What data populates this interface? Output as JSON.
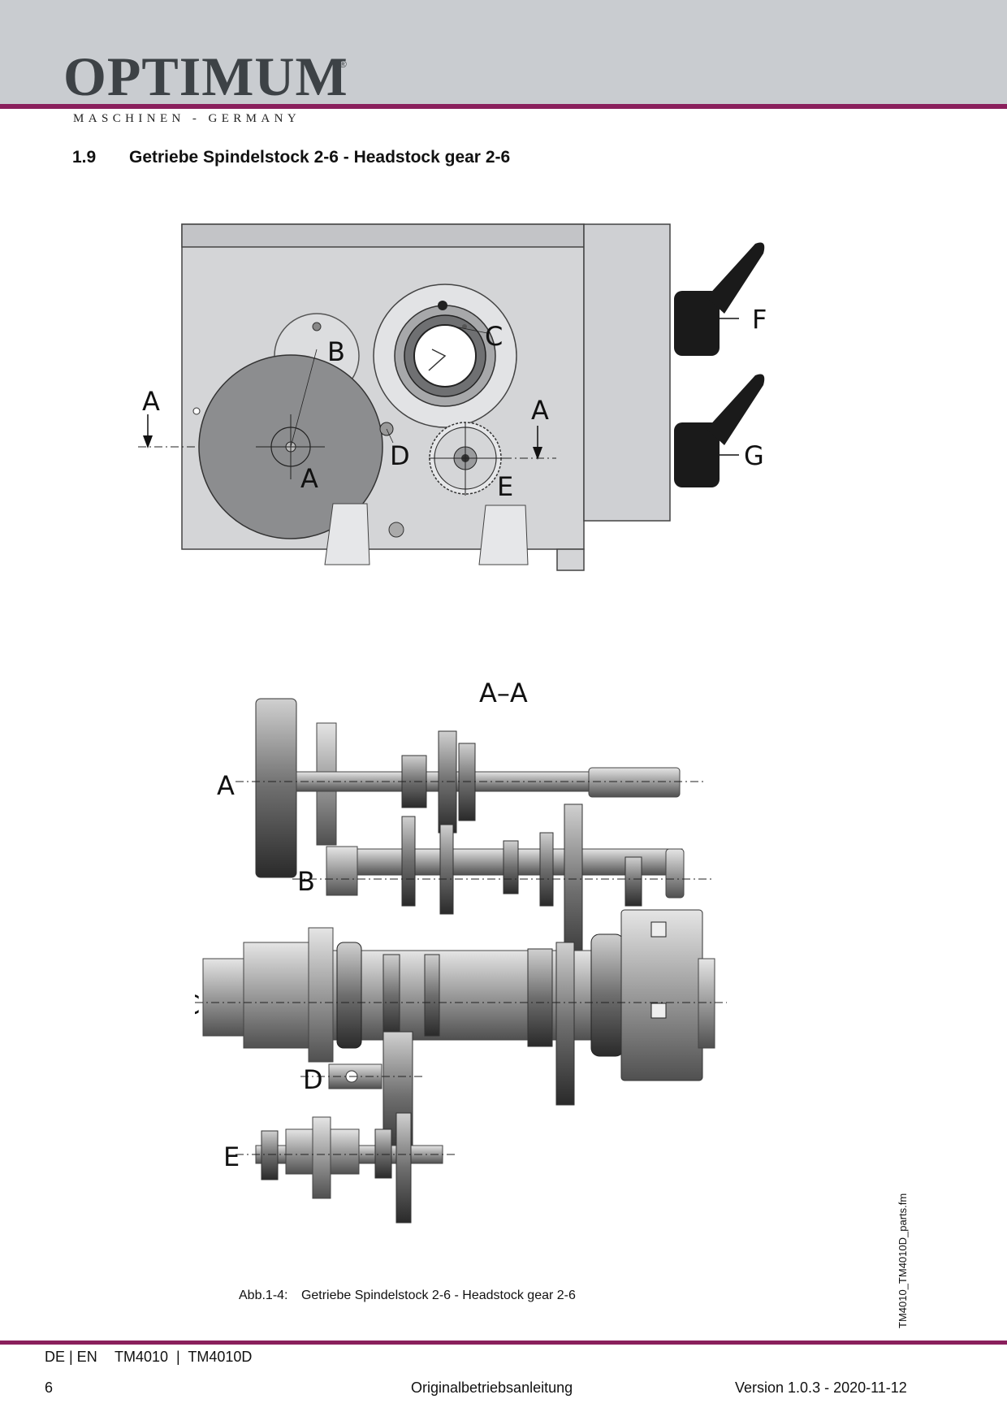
{
  "header": {
    "logo_text": "OPTIMUM",
    "logo_reg": "®",
    "logo_sub": "MASCHINEN - GERMANY"
  },
  "section": {
    "number": "1.9",
    "title": "Getriebe Spindelstock 2-6 - Headstock gear 2-6"
  },
  "figure_top": {
    "labels": {
      "a": "A",
      "b": "B",
      "c": "C",
      "d": "D",
      "e": "E",
      "f": "F",
      "g": "G"
    }
  },
  "figure_bottom": {
    "section_label": "A–A",
    "labels": {
      "a": "A",
      "b": "B",
      "c": "C",
      "d": "D",
      "e": "E"
    }
  },
  "caption": {
    "label": "Abb.1-4:",
    "text": "Getriebe Spindelstock 2-6 - Headstock gear 2-6"
  },
  "side_note": "TM4010_TM4010D_parts.fm",
  "footer": {
    "lang": "DE | EN",
    "model": "TM4010  |  TM4010D",
    "page": "6",
    "doc": "Originalbetriebsanleitung",
    "version": "Version 1.0.3 - 2020-11-12"
  }
}
